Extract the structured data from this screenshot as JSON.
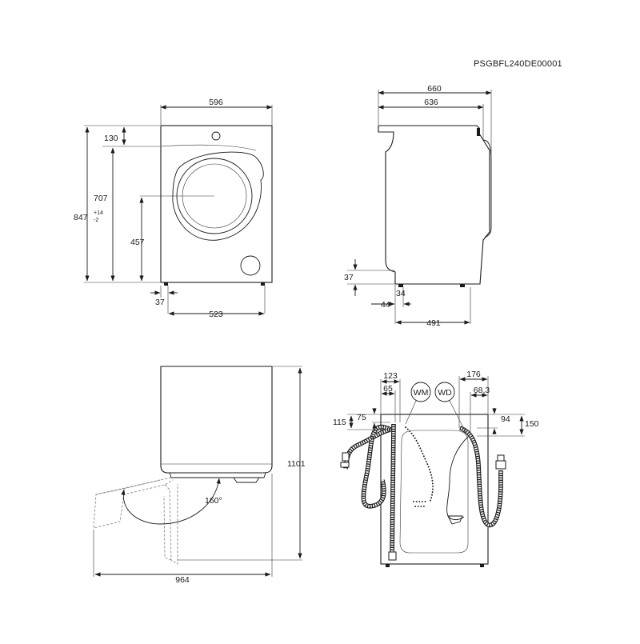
{
  "reference_code": "PSGBFL240DE00001",
  "front_view": {
    "width": "596",
    "top_panel": "130",
    "drum_height": "707",
    "total_height_main": "847",
    "total_height_tolerance_plus": "+14",
    "total_height_tolerance_minus": "-2",
    "door_center_height": "457",
    "foot_offset": "37",
    "feet_span": "523"
  },
  "side_view": {
    "depth_total": "660",
    "depth_body": "636",
    "foot_height": "37",
    "foot_offset": "44",
    "foot_width": "34",
    "feet_depth": "491"
  },
  "top_view": {
    "height_door_open": "1101",
    "depth_door_open": "964",
    "door_angle": "160°"
  },
  "rear_view": {
    "label_wm": "WM",
    "label_wd": "WD",
    "left_offset_outer": "123",
    "left_offset_inner": "65",
    "left_height_outer": "115",
    "left_height_inner": "75",
    "right_offset_outer": "176",
    "right_offset_inner": "68,3",
    "right_height_inner": "94",
    "right_height_outer": "150"
  }
}
